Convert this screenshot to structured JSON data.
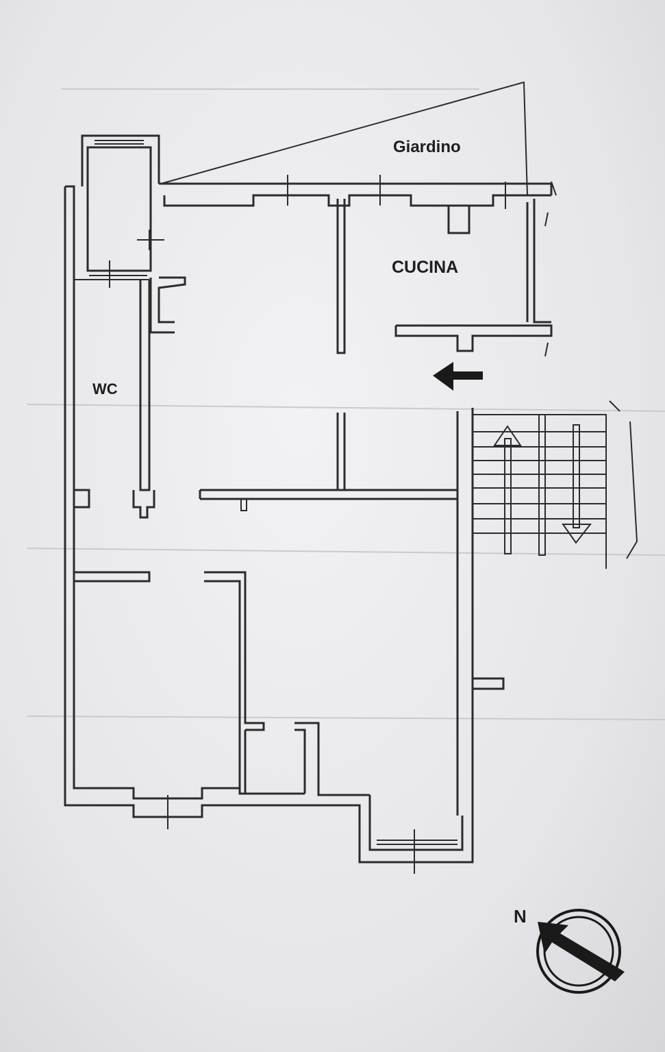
{
  "rooms": {
    "garden": "Giardino",
    "kitchen": "CUCINA",
    "wc": "WC"
  },
  "compass": {
    "north_label": "N"
  },
  "colors": {
    "ink": "#2b2b2b",
    "paper": "#ececef"
  }
}
